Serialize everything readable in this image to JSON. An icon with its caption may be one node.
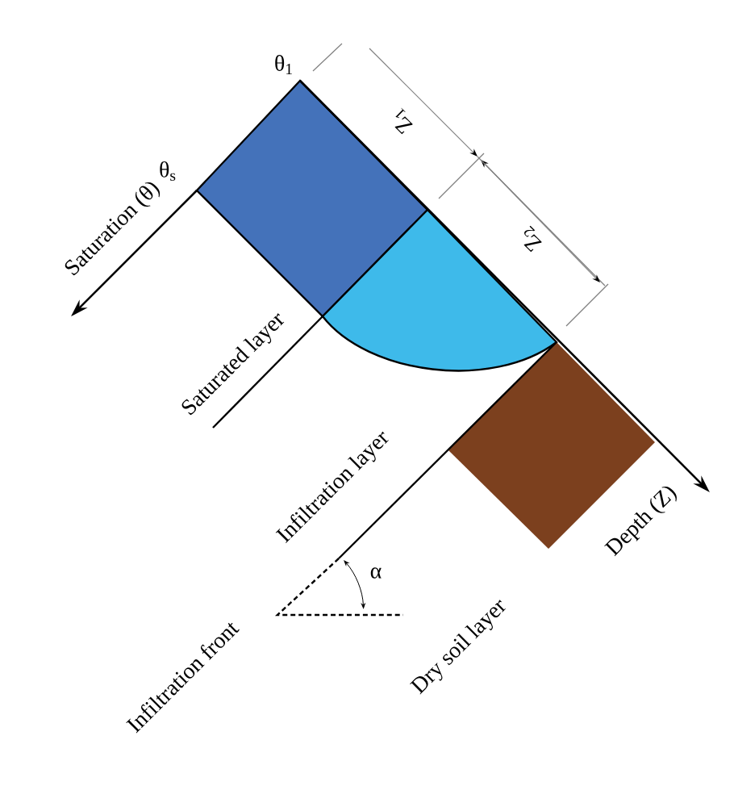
{
  "diagram": {
    "labels": [
      "θ$_{1}$",
      "θ$_{s}$",
      "Saturation (θ)",
      "Z$_{1}$",
      "Z$_{2}$",
      "Saturated layer",
      "Infiltration layer",
      "Infiltration front",
      "α",
      "Dry soil layer",
      "Depth (Z)"
    ]
  }
}
